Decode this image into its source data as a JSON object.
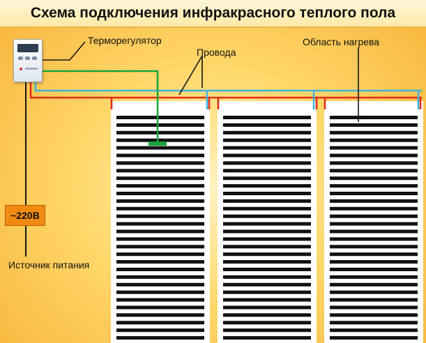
{
  "title": "Схема подключения инфракрасного теплого пола",
  "labels": {
    "thermostat": "Терморегулятор",
    "wires": "Провода",
    "heating_area": "Область нагрева",
    "voltage": "~220В",
    "power_source": "Источник питания"
  },
  "panels": {
    "count": 3,
    "stripes_per_panel": 30
  },
  "colors": {
    "phase_wire": "#e02a1a",
    "neutral_wire": "#3cb4e0",
    "sensor_wire": "#19a43a",
    "stripe": "#111111",
    "voltage_box": "#f28a12"
  }
}
